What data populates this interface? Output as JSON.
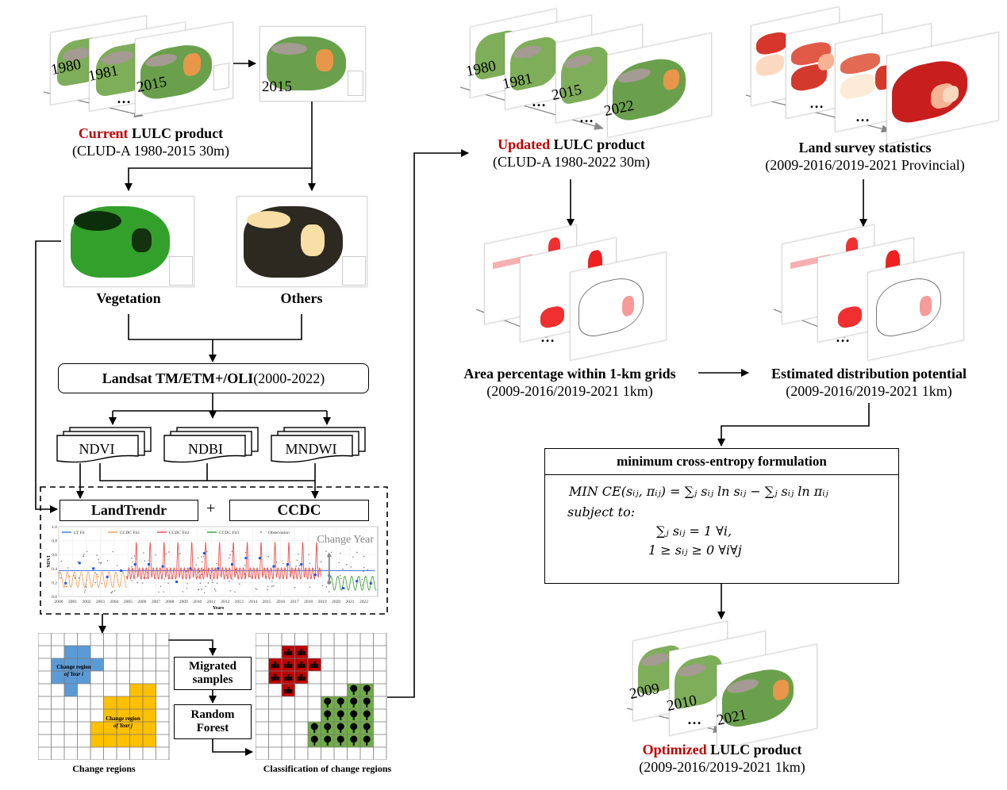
{
  "current_product": {
    "highlight": "Current",
    "title_rest": " LULC product",
    "subtitle": "(CLUD-A 1980-2015 30m)",
    "years": [
      "1980",
      "1981",
      "2015"
    ],
    "ellipsis": "…",
    "selected_year": "2015"
  },
  "split": {
    "vegetation_label": "Vegetation",
    "others_label": "Others"
  },
  "landsat": {
    "bold": "Landsat TM/ETM+/OLI",
    "range": " (2000-2022)"
  },
  "indices": [
    "NDVI",
    "NDBI",
    "MNDWI"
  ],
  "algorithms": {
    "landtrendr": "LandTrendr",
    "plus": "+",
    "ccdc": "CCDC"
  },
  "change_regions": {
    "label": "Change regions",
    "region_i": "Change region of Year",
    "region_i_sub": "i",
    "region_j": "Change region of Year",
    "region_j_sub": "j",
    "colors": {
      "region_i": "#5b9bd5",
      "region_j": "#ffc000"
    }
  },
  "process": {
    "migrated_samples": "Migrated samples",
    "random_forest": "Random Forest"
  },
  "classification": {
    "label": "Classification of change regions",
    "colors": {
      "built": "#c00000",
      "vegetation": "#70ad47"
    }
  },
  "updated_product": {
    "highlight": "Updated",
    "title_rest": " LULC product",
    "subtitle": "(CLUD-A 1980-2022 30m)",
    "years": [
      "1980",
      "1981",
      "2015",
      "2022"
    ],
    "ellipsis": "…"
  },
  "land_survey": {
    "title": "Land survey statistics",
    "subtitle": "(2009-2016/2019-2021 Provincial)",
    "ellipsis": "…"
  },
  "area_percentage": {
    "title": "Area percentage within 1-km grids",
    "subtitle": "(2009-2016/2019-2021 1km)",
    "ellipsis": "…"
  },
  "distribution_potential": {
    "title": "Estimated distribution potential",
    "subtitle": "(2009-2016/2019-2021 1km)",
    "ellipsis": "…"
  },
  "cross_entropy": {
    "header": "minimum cross-entropy formulation",
    "line1": "MIN  CE(sᵢⱼ, πᵢⱼ) = ∑ⱼ sᵢⱼ ln sᵢⱼ − ∑ⱼ sᵢⱼ ln πᵢⱼ",
    "line2": "subject to:",
    "line3": "∑ⱼ sᵢⱼ = 1     ∀i,",
    "line4": "1 ≥ sᵢⱼ ≥ 0     ∀i∀j"
  },
  "optimized_product": {
    "highlight": "Optimized",
    "title_rest": " LULC product",
    "subtitle": "(2009-2016/2019-2021 1km)",
    "years": [
      "2009",
      "2010",
      "2021"
    ],
    "ellipsis": "…"
  },
  "chart_data": {
    "type": "line",
    "title": "",
    "xlabel": "Years",
    "ylabel": "NDVI",
    "xlim": [
      2000,
      2023
    ],
    "ylim": [
      0.0,
      1.0
    ],
    "x_ticks": [
      "2000",
      "2001",
      "2002",
      "2003",
      "2004",
      "2005",
      "2006",
      "2007",
      "2008",
      "2009",
      "2010",
      "2011",
      "2012",
      "2013",
      "2014",
      "2015",
      "2016",
      "2017",
      "2018",
      "2019",
      "2020",
      "2021",
      "2022"
    ],
    "y_ticks": [
      "0.0",
      "0.2",
      "0.4",
      "0.6",
      "0.8",
      "1.0"
    ],
    "legend": [
      "LT Fit",
      "CCDC Fit1",
      "CCDC Fit2",
      "CCDC Fit3",
      "Observation"
    ],
    "legend_position": "top-left",
    "annotation": "Change Year",
    "change_year": 2019.5,
    "series": [
      {
        "name": "LT Fit",
        "color": "#4a7fe0",
        "segments": [
          [
            2000,
            0.37
          ],
          [
            2022.8,
            0.37
          ]
        ]
      },
      {
        "name": "CCDC Fit1",
        "color": "#f4a460",
        "range": [
          2000,
          2004.9
        ],
        "mean": 0.24,
        "amp": 0.11,
        "peak": 0.35
      },
      {
        "name": "CCDC Fit2",
        "color": "#f05050",
        "range": [
          2004.9,
          2018.9
        ],
        "mean": 0.33,
        "peak": 0.72,
        "trough": 0.18
      },
      {
        "name": "CCDC Fit3",
        "color": "#3fa33f",
        "range": [
          2019.5,
          2022.9
        ],
        "mean": 0.19,
        "amp": 0.1,
        "peak": 0.29
      }
    ],
    "lt_points": [
      [
        2000.5,
        0.19
      ],
      [
        2001.5,
        0.48
      ],
      [
        2002.5,
        0.4
      ],
      [
        2003.5,
        0.28
      ],
      [
        2004.5,
        0.37
      ],
      [
        2005.5,
        0.46
      ],
      [
        2006.5,
        0.46
      ],
      [
        2007.5,
        0.43
      ],
      [
        2008.5,
        0.21
      ],
      [
        2009.5,
        0.4
      ],
      [
        2010.5,
        0.62
      ],
      [
        2011.5,
        0.4
      ],
      [
        2012.5,
        0.46
      ],
      [
        2013.5,
        0.55
      ],
      [
        2014.5,
        0.55
      ],
      [
        2015.5,
        0.43
      ],
      [
        2016.5,
        0.46
      ],
      [
        2017.5,
        0.46
      ],
      [
        2018.5,
        0.31
      ],
      [
        2019.5,
        0.3
      ],
      [
        2020.5,
        0.12
      ],
      [
        2021.5,
        0.22
      ],
      [
        2022.5,
        0.19
      ]
    ]
  }
}
